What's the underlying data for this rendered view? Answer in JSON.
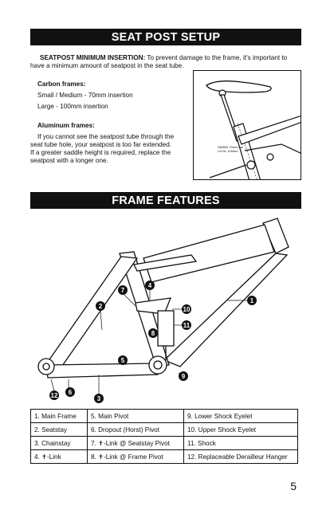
{
  "sections": {
    "seat_post_title": "SEAT POST SETUP",
    "frame_features_title": "FRAME FEATURES"
  },
  "seatpost": {
    "lead": "SEATPOST MINIMUM INSERTION:",
    "lead_text": " To prevent damage to the frame, it's important to have a minimum amount of seatpost in the seat tube.",
    "carbon_heading": "Carbon frames:",
    "carbon_small_medium": "Small / Medium - 70mm insertion",
    "carbon_large": "Large - 100mm insertion",
    "aluminum_heading": "Aluminum frames:",
    "aluminum_text_1": "If you cannot see the seatpost tube through the",
    "aluminum_text_2": "seat tube hole, your seatpost is too far extended.",
    "aluminum_text_3": "If a greater saddle height is required, replace the",
    "aluminum_text_4": "seatpost with a longer one.",
    "figure_label_1": "SM/MD 70mm",
    "figure_label_2": "LG/XL 100mm"
  },
  "parts": [
    [
      "1.  Main Frame",
      "5.  Main Pivot",
      "9.  Lower Shock Eyelet"
    ],
    [
      "2.  Seatstay",
      "6.  Dropout (Horst) Pivot",
      "10. Upper Shock Eyelet"
    ],
    [
      "3.  Chainstay",
      "7.  ✝-Link @ Seatstay Pivot",
      "11.  Shock"
    ],
    [
      "4.  ✝-Link",
      "8.  ✝-Link @ Frame Pivot",
      "12. Replaceable Derailleur Hanger"
    ]
  ],
  "callouts": [
    "1",
    "2",
    "3",
    "4",
    "5",
    "6",
    "7",
    "8",
    "9",
    "10",
    "11",
    "12"
  ],
  "page_number": "5"
}
